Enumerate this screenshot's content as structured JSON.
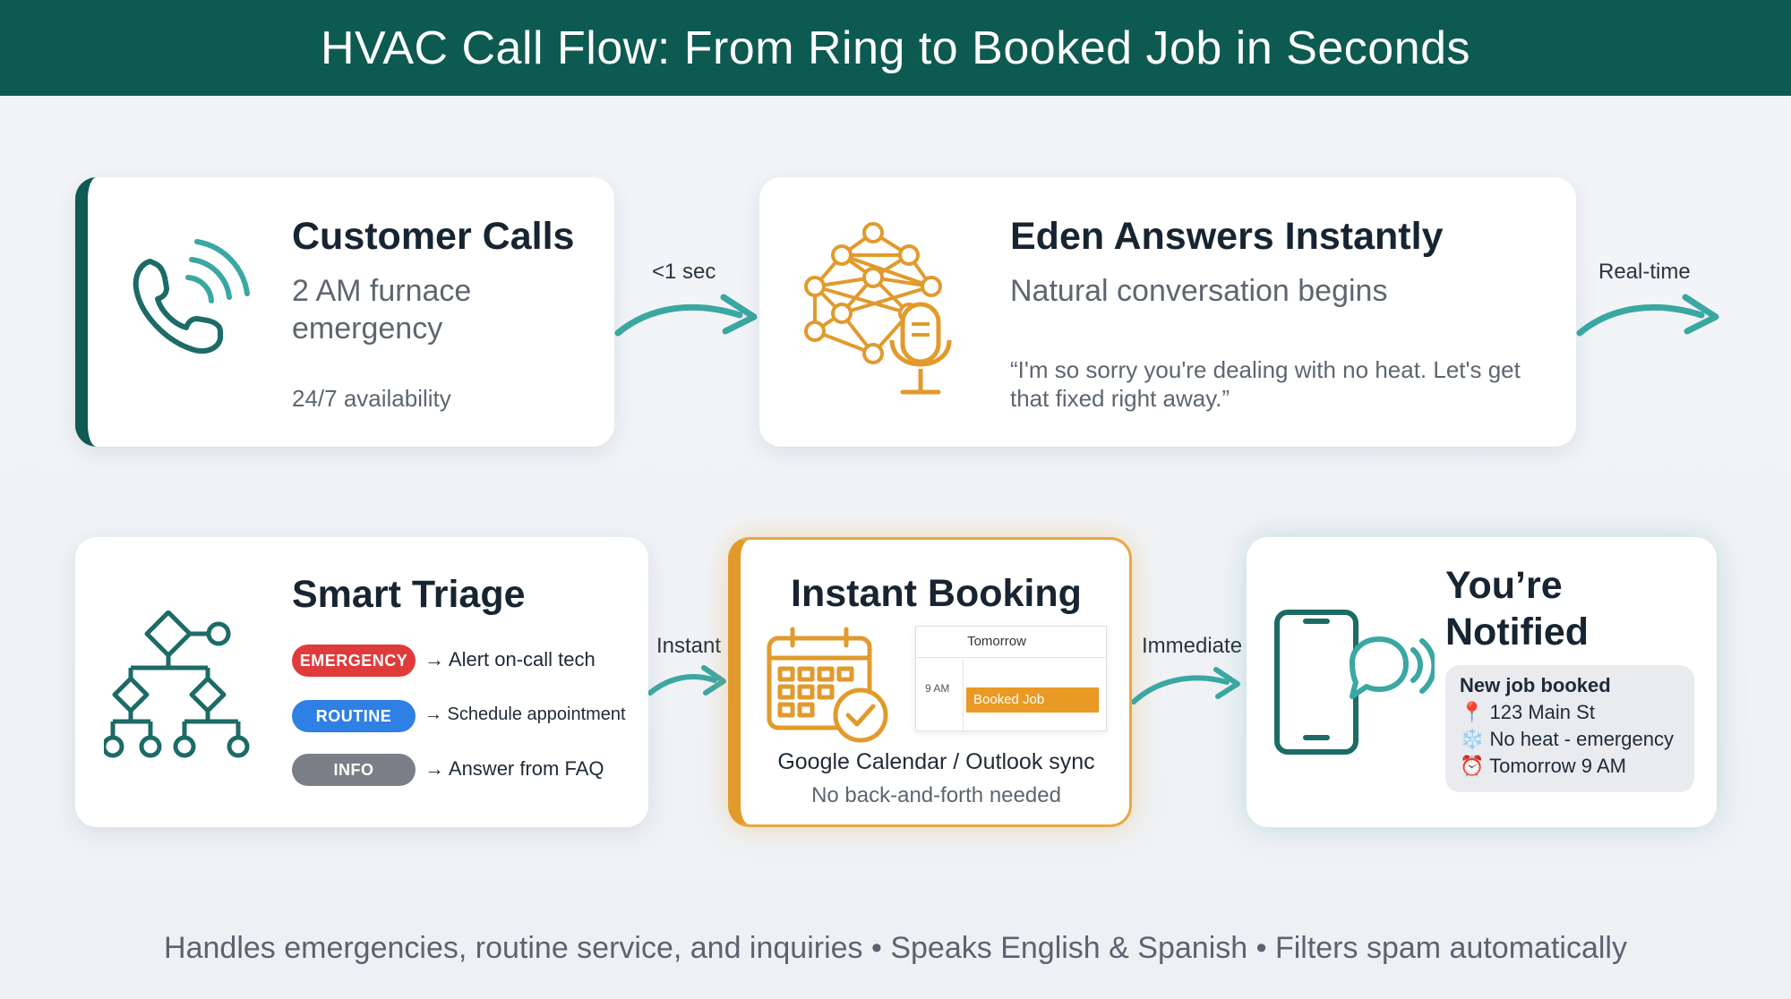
{
  "title": "HVAC Call Flow: From Ring to Booked Job in Seconds",
  "steps": {
    "customer_calls": {
      "title": "Customer Calls",
      "subtitle_line1": "2 AM furnace",
      "subtitle_line2": "emergency",
      "note": "24/7 availability",
      "icon": "phone-ringing-icon"
    },
    "eden_answers": {
      "title": "Eden Answers Instantly",
      "subtitle": "Natural conversation begins",
      "quote_line1": "“I'm so sorry you're dealing with no heat. Let's get",
      "quote_line2": "that fixed right away.”",
      "icon": "neural-network-microphone-icon"
    },
    "smart_triage": {
      "title": "Smart Triage",
      "icon": "decision-tree-icon",
      "rules": [
        {
          "tag": "EMERGENCY",
          "action": "→ Alert on-call tech",
          "color": "#e03b3b"
        },
        {
          "tag": "ROUTINE",
          "action": "→ Schedule appointment",
          "color": "#2f80e4"
        },
        {
          "tag": "INFO",
          "action": "→ Answer from FAQ",
          "color": "#7a7f87"
        }
      ]
    },
    "instant_booking": {
      "title": "Instant Booking",
      "calendar_day": "Tomorrow",
      "calendar_time": "9 AM",
      "calendar_event": "Booked Job",
      "sync": "Google Calendar / Outlook sync",
      "note": "No back-and-forth needed",
      "icon": "calendar-check-icon"
    },
    "notified": {
      "title_line1": "You’re",
      "title_line2": "Notified",
      "icon": "phone-chat-icon",
      "notification": {
        "heading": "New job booked",
        "address": "123 Main St",
        "issue": "No heat - emergency",
        "time": "Tomorrow 9 AM",
        "pin_icon": "📍",
        "snow_icon": "❄️",
        "clock_icon": "⏰"
      }
    }
  },
  "connectors": {
    "a1": "<1 sec",
    "a2": "Real-time",
    "a3": "Instant",
    "a4": "Immediate"
  },
  "footer": "Handles emergencies, routine service, and inquiries • Speaks English & Spanish • Filters spam automatically",
  "colors": {
    "header": "#0d5a51",
    "teal": "#0f5a54",
    "accent_teal": "#3aa7a2",
    "orange": "#e19a2c",
    "emergency": "#e03b3b",
    "routine": "#2f80e4",
    "info": "#7a7f87"
  }
}
